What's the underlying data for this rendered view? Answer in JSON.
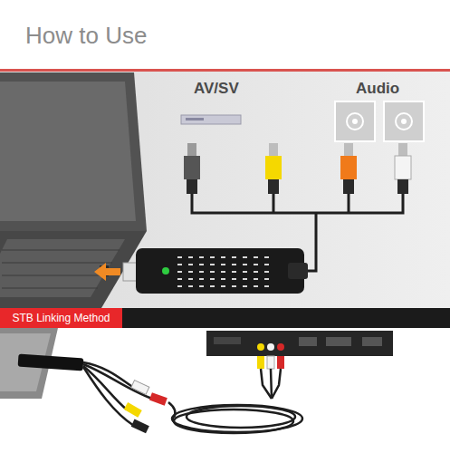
{
  "diagram": {
    "title": "How to Use",
    "nodes": [
      {
        "text": [
          "STB Linking Method"
        ]
      }
    ],
    "labels": [
      "AV/SV",
      "Audio"
    ]
  }
}
